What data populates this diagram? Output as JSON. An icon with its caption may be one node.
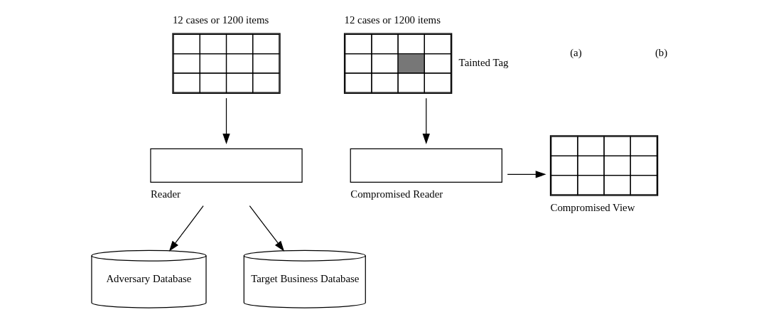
{
  "diagram": {
    "nodes": [
      {
        "text": [
          "12 cases or 1200 items"
        ]
      },
      {
        "text": [
          "Reader"
        ]
      },
      {
        "text": [
          "Adversary Database"
        ]
      },
      {
        "text": [
          "Target Business Database"
        ]
      },
      {
        "text": [
          "12 cases or 1200 items"
        ],
        "beside": [
          "Tainted Tag"
        ]
      },
      {
        "text": [
          "Compromised Reader"
        ]
      },
      {
        "text": [
          "Compromised View"
        ]
      }
    ],
    "edges": [
      {
        "from": 0,
        "to": 1,
        "arrow": "to"
      },
      {
        "from": 1,
        "to": 2,
        "arrow": "to"
      },
      {
        "from": 1,
        "to": 3,
        "arrow": "to"
      },
      {
        "from": 4,
        "to": 5,
        "arrow": "to"
      },
      {
        "from": 5,
        "to": 6,
        "arrow": "to"
      }
    ],
    "labels": [
      "(a)",
      "(b)"
    ]
  }
}
